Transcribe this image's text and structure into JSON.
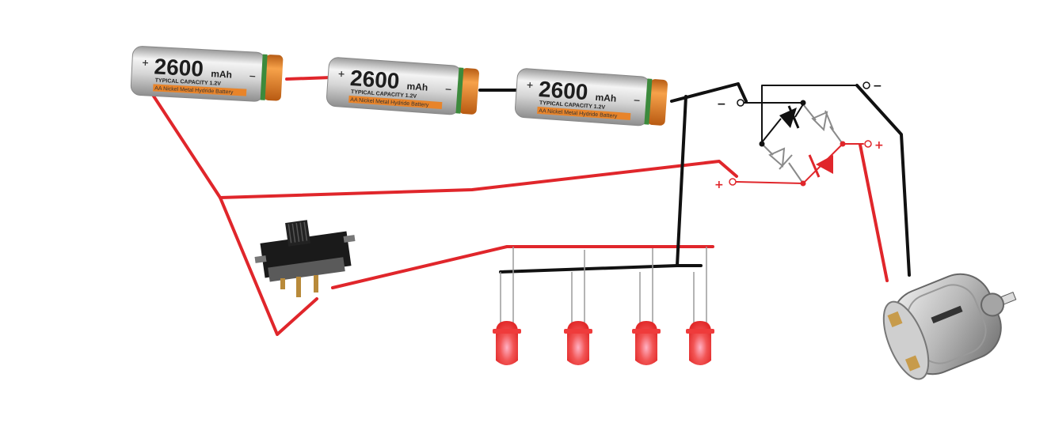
{
  "colors": {
    "red_wire": "#e0262b",
    "black_wire": "#111111",
    "battery_body": "#d8d8d8",
    "battery_cap": "#e8842a",
    "led_red": "#ef3b3b",
    "diode_gray": "#8a8a8a",
    "diode_red": "#e0262b"
  },
  "batteries": [
    {
      "capacity": "2600",
      "unit": "mAh",
      "type_line": "TYPICAL CAPACITY  1.2V",
      "chem_line": "AA Nickel Metal Hydride Battery",
      "pos_sign": "+",
      "neg_sign": "−"
    },
    {
      "capacity": "2600",
      "unit": "mAh",
      "type_line": "TYPICAL CAPACITY  1.2V",
      "chem_line": "AA Nickel Metal Hydride Battery",
      "pos_sign": "+",
      "neg_sign": "−"
    },
    {
      "capacity": "2600",
      "unit": "mAh",
      "type_line": "TYPICAL CAPACITY  1.2V",
      "chem_line": "AA Nickel Metal Hydride Battery",
      "pos_sign": "+",
      "neg_sign": "−"
    }
  ],
  "terminals": {
    "input_minus": "−",
    "input_plus": "+",
    "output_plus": "+",
    "output_minus": "−"
  },
  "icons": {
    "battery": "aa-battery-icon",
    "switch": "slide-switch-icon",
    "led": "red-led-icon",
    "diode": "diode-icon",
    "motor": "dc-motor-icon"
  },
  "led_count": 4
}
